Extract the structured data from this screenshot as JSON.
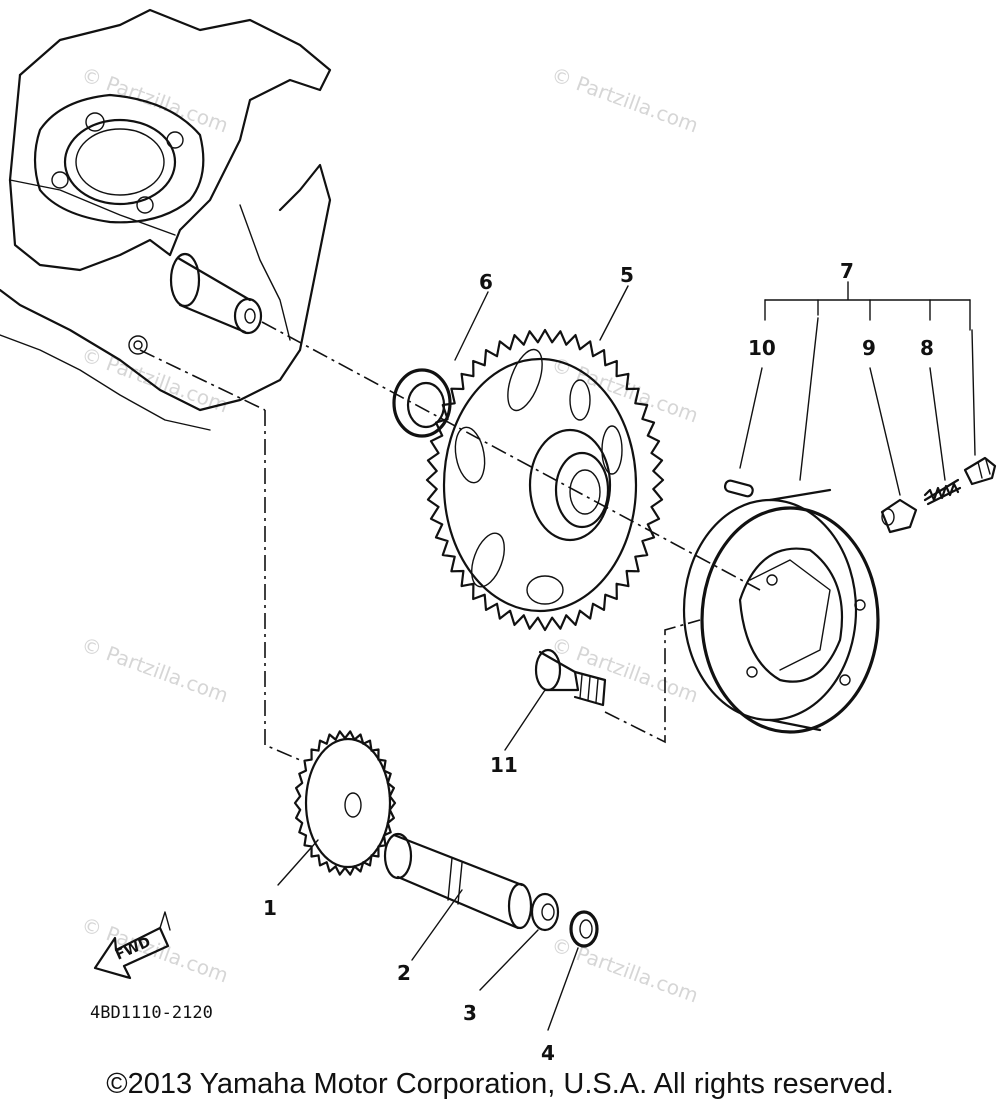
{
  "diagram": {
    "callouts": [
      "1",
      "2",
      "3",
      "4",
      "5",
      "6",
      "7",
      "8",
      "9",
      "10",
      "11"
    ],
    "part_code": "4BD1110-2120",
    "fwd_label": "FWD",
    "watermark": "© Partzilla.com",
    "copyright": "©2013 Yamaha Motor Corporation, U.S.A. All rights reserved."
  }
}
